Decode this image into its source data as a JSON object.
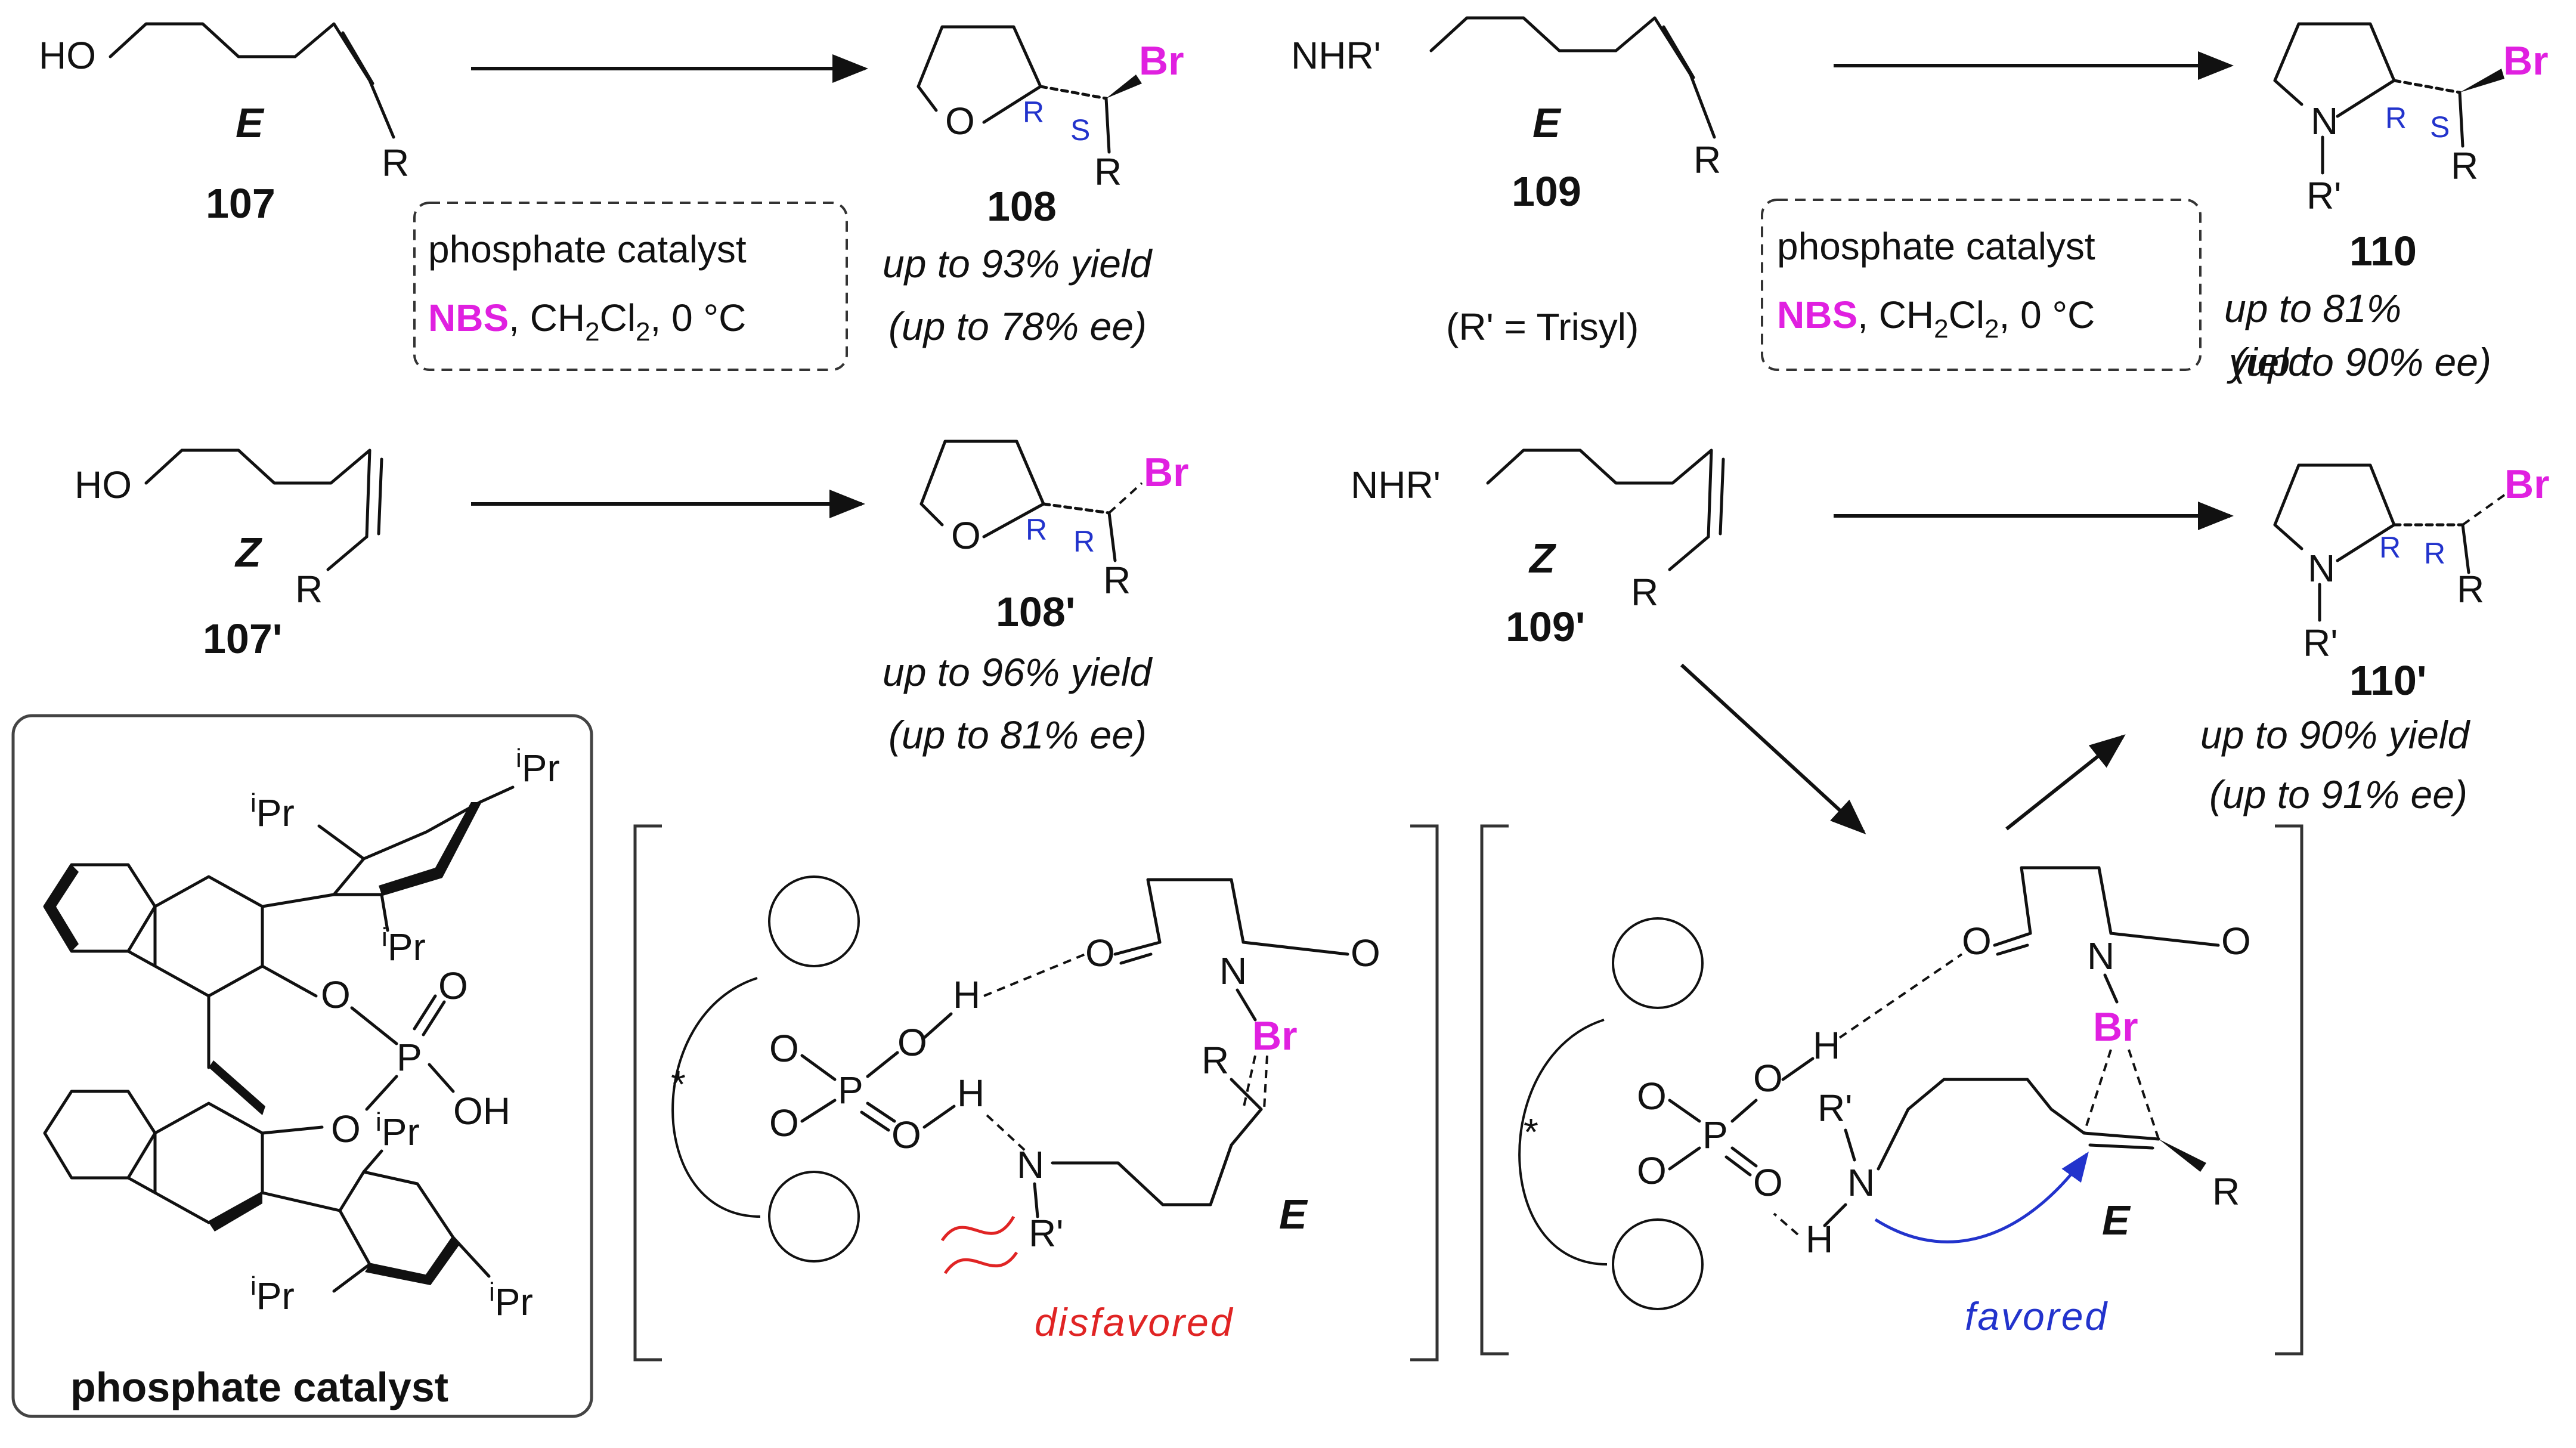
{
  "compounds": {
    "c107": {
      "label": "107",
      "geometry": "E",
      "oh": "HO",
      "r": "R"
    },
    "c107p": {
      "label": "107'",
      "geometry": "Z",
      "oh": "HO",
      "r": "R"
    },
    "c108": {
      "label": "108",
      "o": "O",
      "br": "Br",
      "r": "R",
      "stereo1": "R",
      "stereo2": "S",
      "yield": "up to 93% yield",
      "ee": "(up to 78% ee)"
    },
    "c108p": {
      "label": "108'",
      "o": "O",
      "br": "Br",
      "r": "R",
      "stereo1": "R",
      "stereo2": "R",
      "yield": "up to 96% yield",
      "ee": "(up to 81% ee)"
    },
    "c109": {
      "label": "109",
      "geometry": "E",
      "nhr": "NHR'",
      "r": "R",
      "note": "(R' = Trisyl)"
    },
    "c109p": {
      "label": "109'",
      "geometry": "Z",
      "nhr": "NHR'",
      "r": "R"
    },
    "c110": {
      "label": "110",
      "n": "N",
      "rprime": "R'",
      "br": "Br",
      "r": "R",
      "stereo1": "R",
      "stereo2": "S",
      "yield": "up to 81%",
      "ee": "(up to 90% ee)",
      "yield_overlap": "yield"
    },
    "c110p": {
      "label": "110'",
      "n": "N",
      "rprime": "R'",
      "br": "Br",
      "r": "R",
      "stereo1": "R",
      "stereo2": "R",
      "yield": "up to 90% yield",
      "ee": "(up to 91% ee)"
    }
  },
  "conditions": {
    "catalyst": "phosphate catalyst",
    "nbs": "NBS",
    "solvent_prefix": ", CH",
    "sub2": "2",
    "cl": "Cl",
    "temperature": ", 0 °C"
  },
  "catalyst_box": {
    "caption": "phosphate catalyst",
    "ipr": "Pr",
    "ipr_sup": "i",
    "o": "O",
    "p": "P",
    "oh": "OH"
  },
  "transition_states": {
    "disfavored": {
      "label": "disfavored",
      "geometry": "E",
      "star": "*",
      "o": "O",
      "p": "P",
      "h": "H",
      "n": "N",
      "rprime": "R'",
      "r": "R",
      "br": "Br"
    },
    "favored": {
      "label": "favored",
      "geometry": "E",
      "star": "*",
      "o": "O",
      "p": "P",
      "h": "H",
      "n": "N",
      "rprime": "R'",
      "r": "R",
      "br": "Br"
    }
  },
  "colors": {
    "bromine": "#e020e0",
    "stereo": "#2233cc",
    "disfavored": "#e02424",
    "favored": "#2233cc"
  }
}
